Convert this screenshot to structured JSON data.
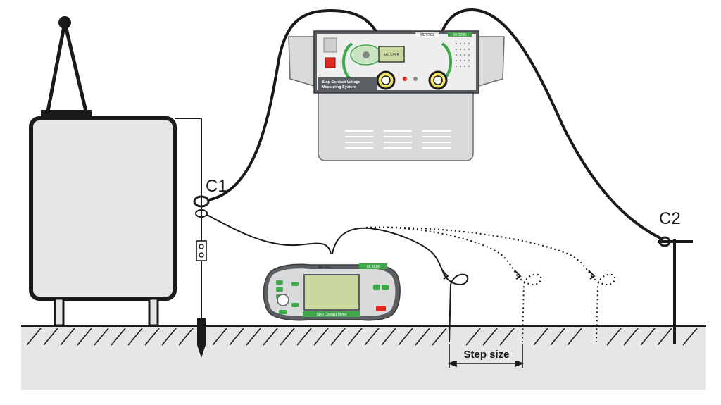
{
  "labels": {
    "c1": "C1",
    "c2": "C2",
    "step_size": "Step size"
  },
  "main_unit": {
    "brand": "METREL",
    "model": "MI 3295",
    "panel_text_line1": "Step Contact Voltage",
    "panel_text_line2": "Measuring System",
    "display_text": "MI 3295"
  },
  "handheld": {
    "brand": "METREL",
    "model": "MI 3296",
    "label": "Step Contact Meter"
  },
  "colors": {
    "line": "#1a1a1a",
    "ground_fill": "#e6e6e6",
    "panel_green": "#5cb85c",
    "device_gray": "#d9dadc",
    "screen_green": "#c8d8a0",
    "red_button": "#e0281e"
  }
}
